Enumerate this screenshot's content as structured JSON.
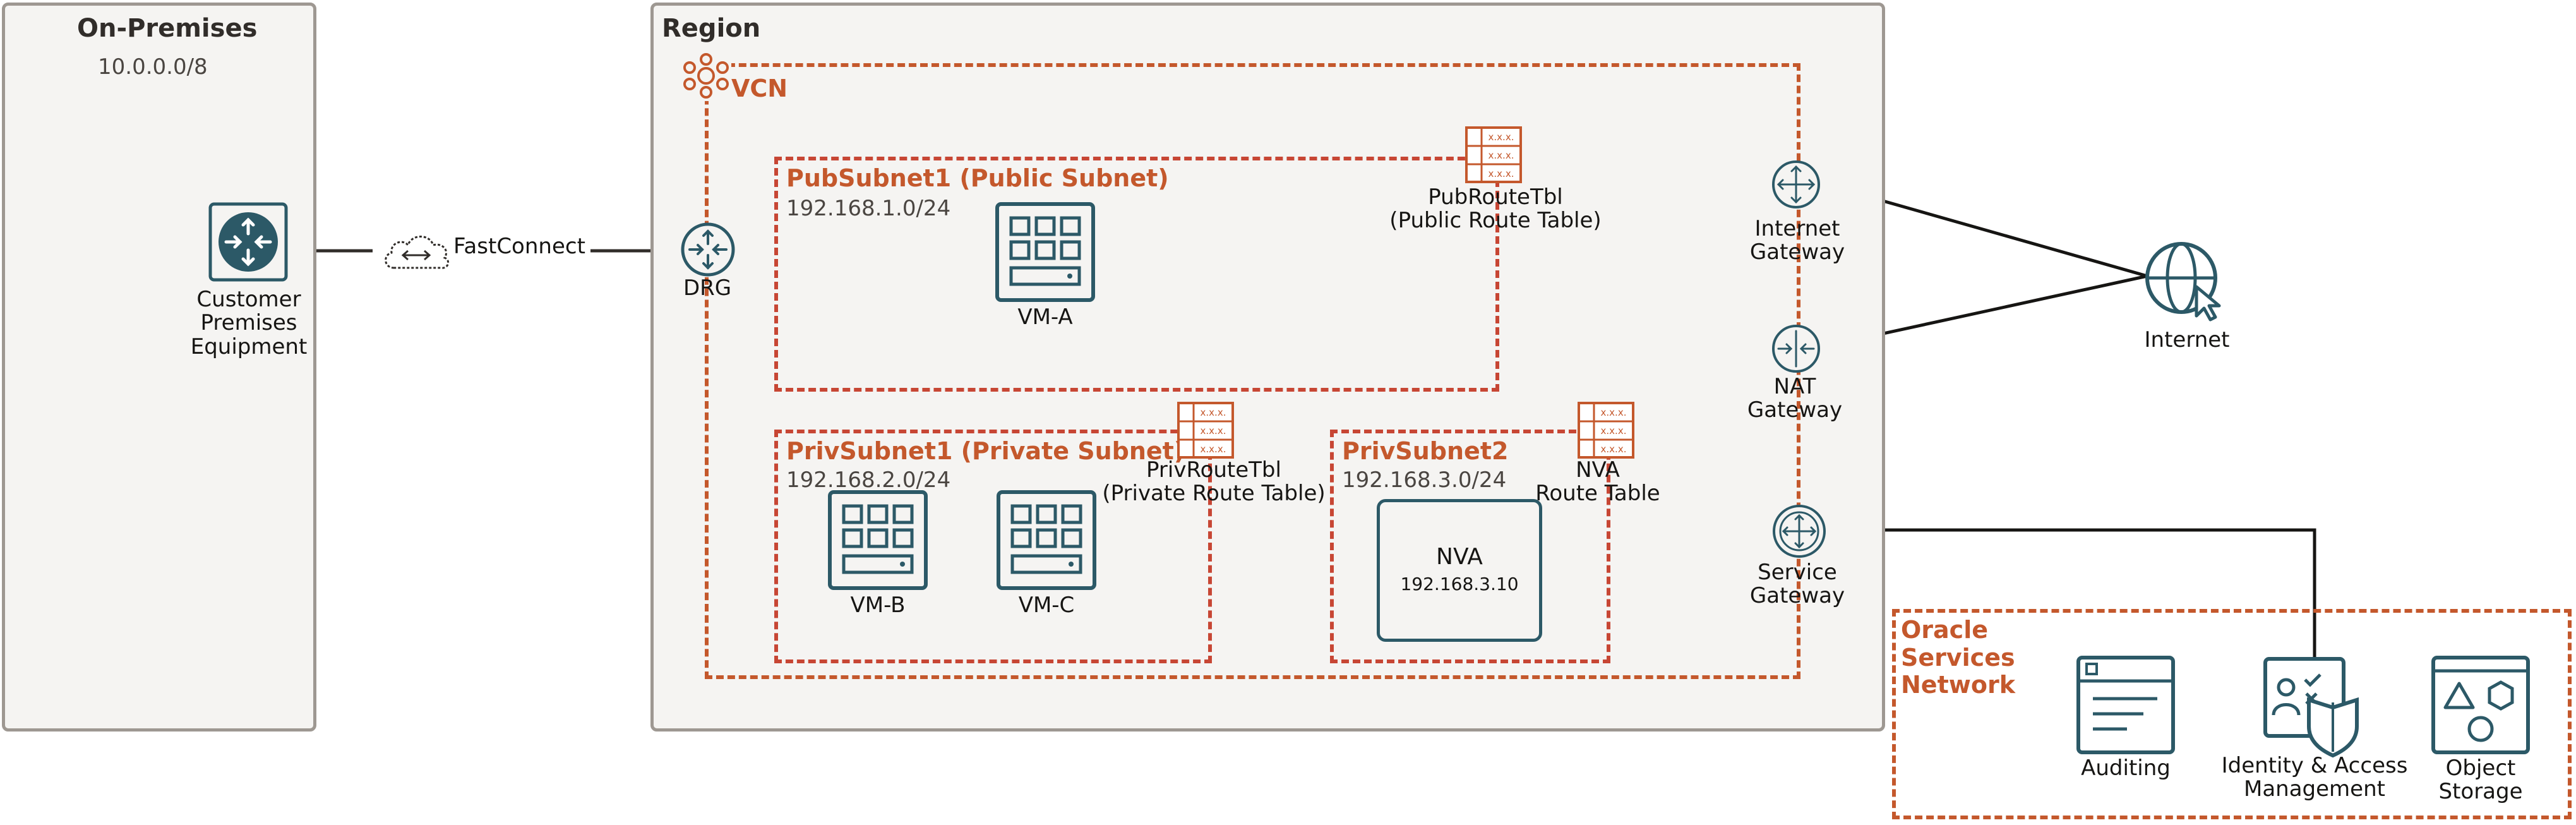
{
  "colors": {
    "teal": "#2c5967",
    "orange": "#c4582c",
    "container_border": "#9e9892",
    "container_fill": "#f5f4f2"
  },
  "on_premises": {
    "title": "On-Premises",
    "cidr": "10.0.0.0/8"
  },
  "cpe": {
    "label_line1": "Customer",
    "label_line2": "Premises",
    "label_line3": "Equipment",
    "icon": "router-icon"
  },
  "fastconnect": {
    "label": "FastConnect",
    "icon": "cloud-icon"
  },
  "region": {
    "title": "Region"
  },
  "vcn": {
    "title": "VCN",
    "icon": "vcn-icon"
  },
  "drg": {
    "label": "DRG",
    "icon": "router-icon"
  },
  "pub_subnet": {
    "title": "PubSubnet1 (Public Subnet)",
    "cidr": "192.168.1.0/24",
    "vm": "VM-A",
    "route_table_line1": "PubRouteTbl",
    "route_table_line2": "(Public Route Table)"
  },
  "priv_subnet1": {
    "title": "PrivSubnet1 (Private Subnet)",
    "cidr": "192.168.2.0/24",
    "vm_b": "VM-B",
    "vm_c": "VM-C",
    "route_table_line1": "PrivRouteTbl",
    "route_table_line2": "(Private Route Table)"
  },
  "priv_subnet2": {
    "title": "PrivSubnet2",
    "cidr": "192.168.3.0/24",
    "route_table_line1": "NVA",
    "route_table_line2": "Route Table",
    "nva_title": "NVA",
    "nva_ip": "192.168.3.10"
  },
  "route_table_cell_text": "x.x.x.",
  "gateways": {
    "internet_line1": "Internet",
    "internet_line2": "Gateway",
    "nat_line1": "NAT",
    "nat_line2": "Gateway",
    "service_line1": "Service",
    "service_line2": "Gateway"
  },
  "internet": {
    "label": "Internet",
    "icon": "globe-cursor-icon"
  },
  "osn": {
    "title_line1": "Oracle",
    "title_line2": "Services",
    "title_line3": "Network",
    "auditing": "Auditing",
    "iam_line1": "Identity & Access",
    "iam_line2": "Management",
    "storage_line1": "Object",
    "storage_line2": "Storage"
  }
}
